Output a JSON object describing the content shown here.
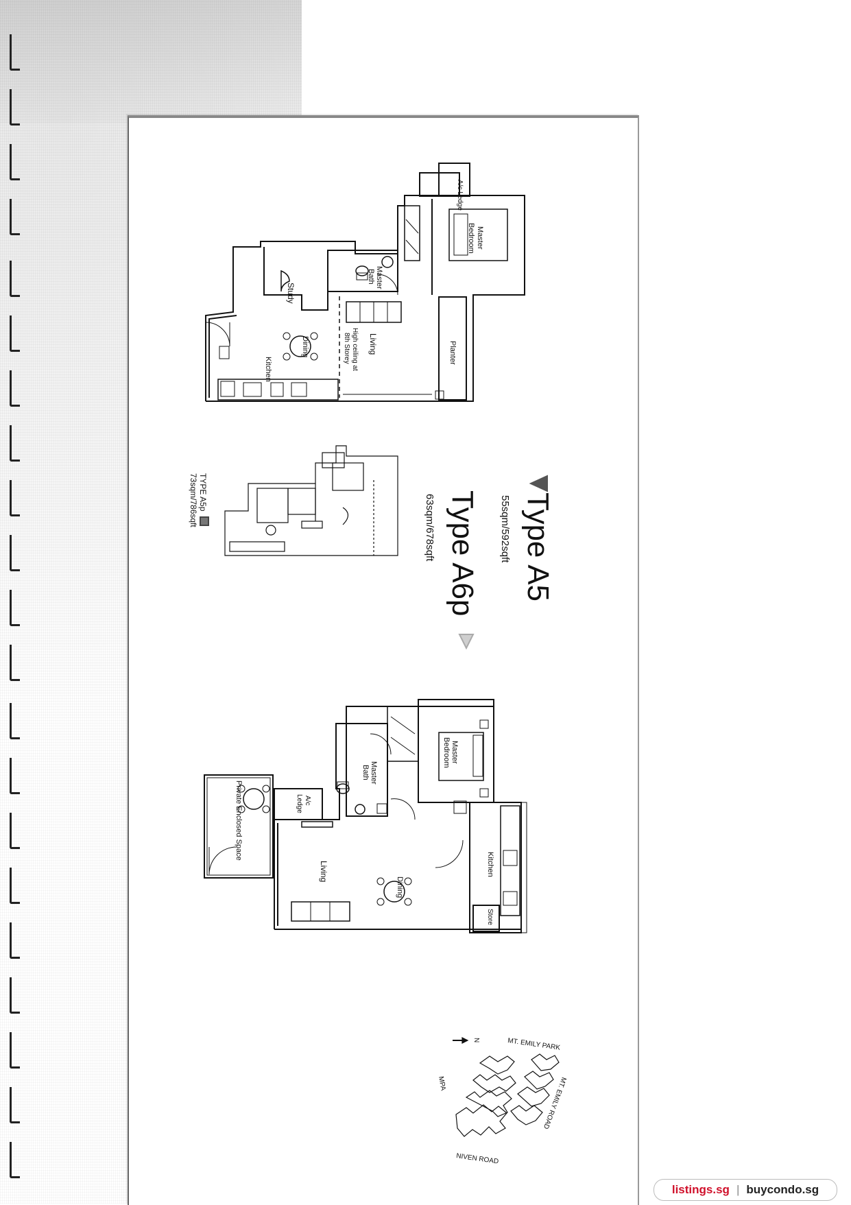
{
  "type_a5": {
    "title": "Type A5",
    "area": "55sqm/592sqft",
    "rooms": {
      "ac_ledge": "A/c Ledge",
      "master_bedroom_1": "Master",
      "master_bedroom_2": "Bedroom",
      "master_bath_1": "Master",
      "master_bath_2": "Bath",
      "study": "Study",
      "dining": "Dining",
      "living": "Living",
      "high_ceiling_1": "High ceiling at",
      "high_ceiling_2": "8th Storey",
      "kitchen": "Kitchen",
      "planter": "Planter"
    }
  },
  "type_a6p": {
    "title": "Type A6p",
    "area": "63sqm/678sqft",
    "rooms": {
      "ac_ledge_1": "A/c",
      "ac_ledge_2": "Ledge",
      "master_bedroom_1": "Master",
      "master_bedroom_2": "Bedroom",
      "master_bath_1": "Master",
      "master_bath_2": "Bath",
      "private_enclosed_space": "Private Enclosed Space",
      "living": "Living",
      "dining": "Dining",
      "kitchen": "Kitchen",
      "store": "Store"
    }
  },
  "type_a5p": {
    "title": "TYPE A5p",
    "area": "73sqm/786sqft"
  },
  "site_plan": {
    "north_label": "N",
    "mt_emily_park": "MT. EMILY PARK",
    "mt_emily_road": "MT. EMILY ROAD",
    "niven_road": "NIVEN ROAD",
    "mpa": "MPA"
  },
  "footer": {
    "brand_a": "listings.sg",
    "separator": "|",
    "brand_b": "buycondo.sg"
  },
  "colors": {
    "a5_marker": "#555555",
    "a6p_marker": "#cccccc",
    "badge_red": "#d0112b"
  }
}
